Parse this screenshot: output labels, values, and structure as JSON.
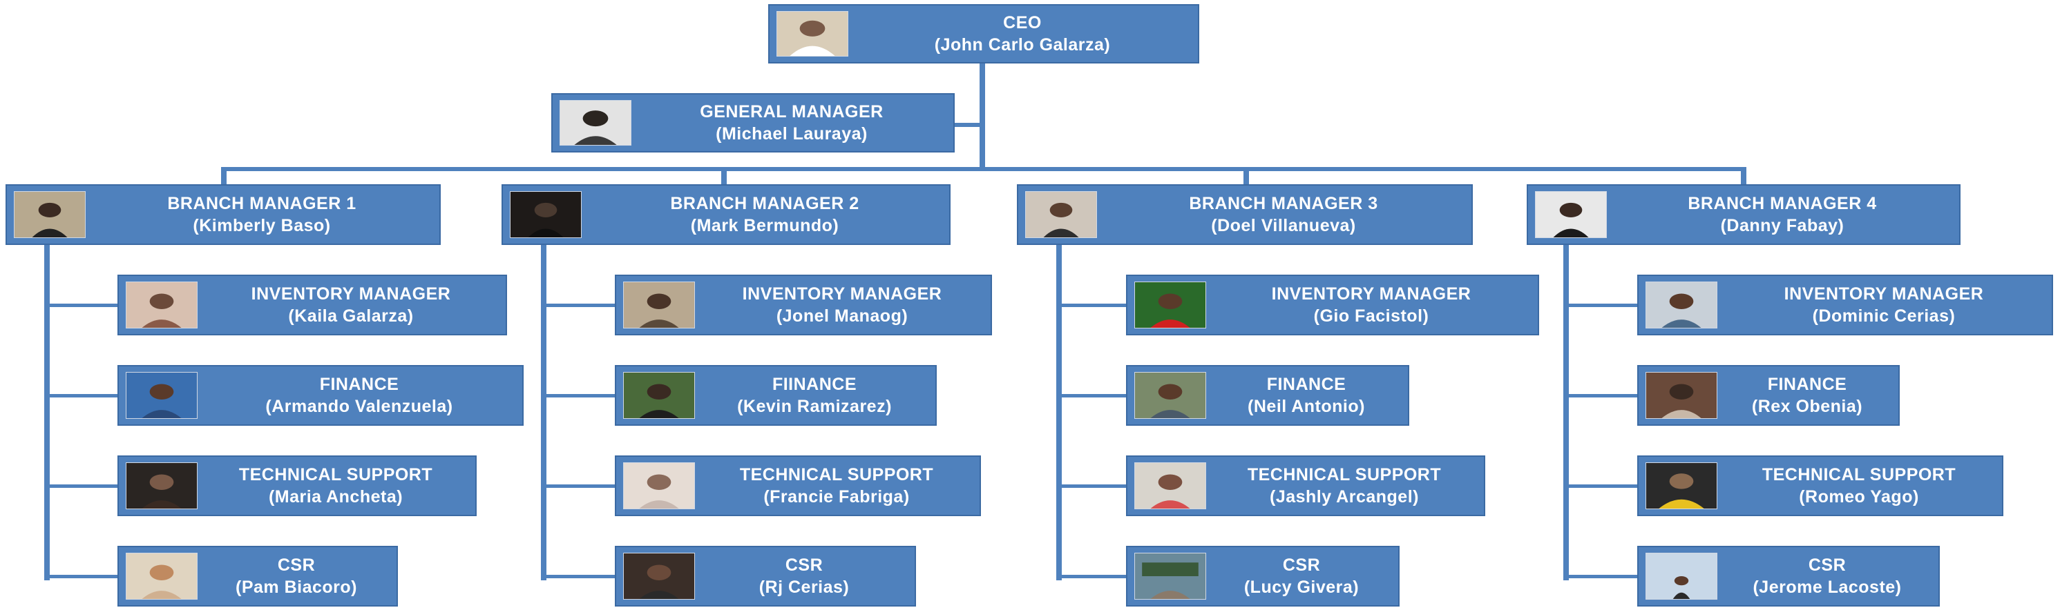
{
  "colors": {
    "box": "#4f81bd",
    "box_border": "#3b6aa3",
    "line": "#4f81bd",
    "text": "#ffffff"
  },
  "ceo": {
    "role": "CEO",
    "name": "(John Carlo Galarza)",
    "photo": "person-photo"
  },
  "general_manager": {
    "role": "GENERAL MANAGER",
    "name": "(Michael Lauraya)",
    "photo": "person-photo"
  },
  "branches": [
    {
      "manager": {
        "role": "BRANCH MANAGER 1",
        "name": "(Kimberly Baso)"
      },
      "staff": [
        {
          "role": "INVENTORY MANAGER",
          "name": "(Kaila Galarza)"
        },
        {
          "role": "FINANCE",
          "name": "(Armando Valenzuela)"
        },
        {
          "role": "TECHNICAL SUPPORT",
          "name": "(Maria Ancheta)"
        },
        {
          "role": "CSR",
          "name": "(Pam Biacoro)"
        }
      ]
    },
    {
      "manager": {
        "role": "BRANCH MANAGER 2",
        "name": "(Mark Bermundo)"
      },
      "staff": [
        {
          "role": "INVENTORY MANAGER",
          "name": "(Jonel Manaog)"
        },
        {
          "role": "FIINANCE",
          "name": "(Kevin Ramizarez)"
        },
        {
          "role": "TECHNICAL SUPPORT",
          "name": "(Francie Fabriga)"
        },
        {
          "role": "CSR",
          "name": "(Rj Cerias)"
        }
      ]
    },
    {
      "manager": {
        "role": "BRANCH MANAGER 3",
        "name": "(Doel Villanueva)"
      },
      "staff": [
        {
          "role": "INVENTORY MANAGER",
          "name": "(Gio Facistol)"
        },
        {
          "role": "FINANCE",
          "name": "(Neil Antonio)"
        },
        {
          "role": "TECHNICAL SUPPORT",
          "name": "(Jashly Arcangel)"
        },
        {
          "role": "CSR",
          "name": "(Lucy Givera)"
        }
      ]
    },
    {
      "manager": {
        "role": "BRANCH MANAGER 4",
        "name": "(Danny Fabay)"
      },
      "staff": [
        {
          "role": "INVENTORY MANAGER",
          "name": "(Dominic Cerias)"
        },
        {
          "role": "FINANCE",
          "name": "(Rex Obenia)"
        },
        {
          "role": "TECHNICAL SUPPORT",
          "name": "(Romeo Yago)"
        },
        {
          "role": "CSR",
          "name": "(Jerome Lacoste)"
        }
      ]
    }
  ]
}
